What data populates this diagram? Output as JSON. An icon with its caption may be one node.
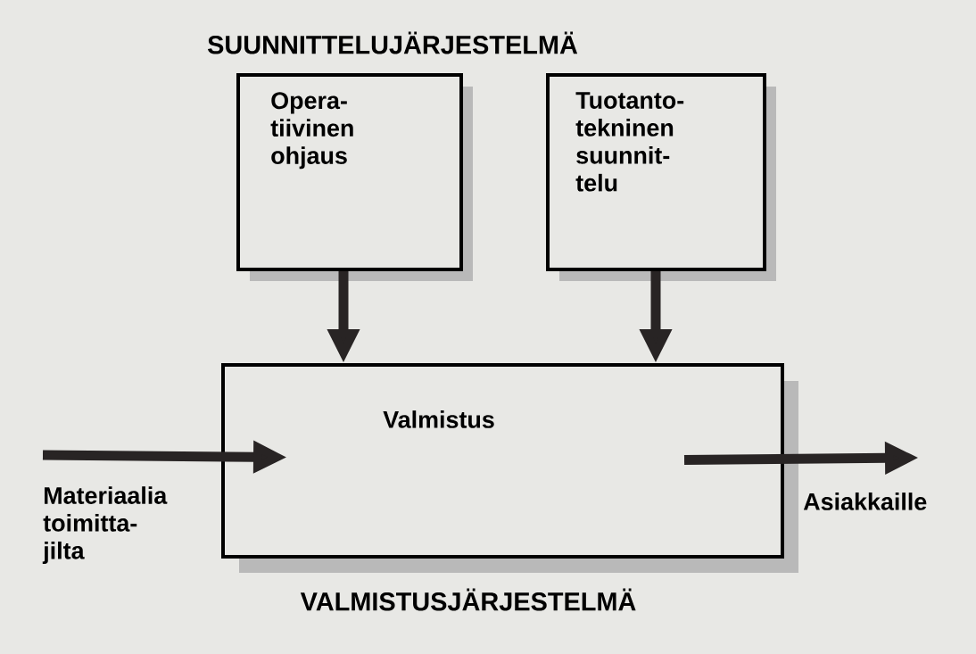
{
  "diagram": {
    "title": "SUUNNITTELUJÄRJESTELMÄ",
    "nodes": [
      {
        "text": [
          "Opera- tiivinen ohjaus"
        ]
      },
      {
        "text": [
          "Tuotanto- tekninen suunnit- telu"
        ]
      },
      {
        "text": [
          "Valmistus",
          "VALMISTUSJÄRJESTELMÄ"
        ]
      }
    ],
    "edges": [
      {
        "from": 0,
        "to": 2,
        "arrow": "to"
      },
      {
        "from": 1,
        "to": 2,
        "arrow": "to"
      },
      {
        "from": null,
        "to": 2,
        "arrow": "to",
        "label": "Materiaalia toimitta- jilta"
      },
      {
        "from": 2,
        "to": null,
        "arrow": "to",
        "label": "Asiakkaille"
      }
    ]
  }
}
